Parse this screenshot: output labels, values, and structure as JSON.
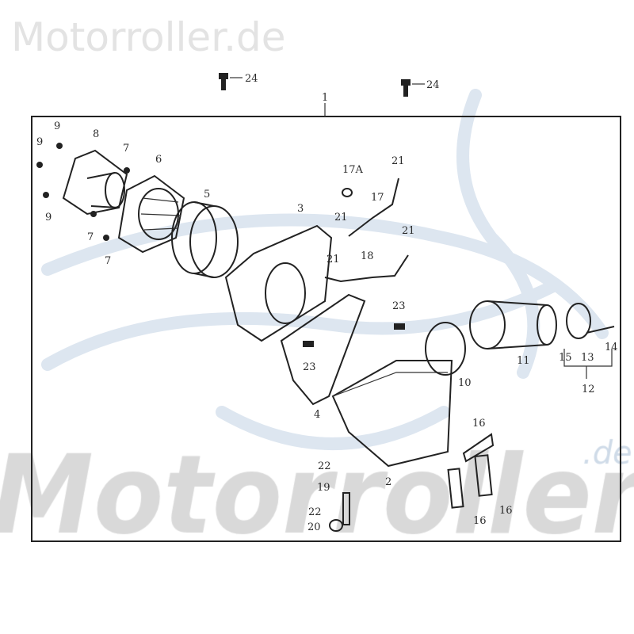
{
  "watermark": {
    "top": "Motorroller.de",
    "bottom": "Motorroller",
    "suffix": ".de"
  },
  "colors": {
    "watermark_gray": "#d9d9d9",
    "watermark_blue": "#dde6f0",
    "lines": "#222222"
  },
  "callouts": [
    {
      "id": "c24a",
      "text": "24"
    },
    {
      "id": "c24b",
      "text": "24"
    },
    {
      "id": "c1",
      "text": "1"
    },
    {
      "id": "c9a",
      "text": "9"
    },
    {
      "id": "c8",
      "text": "8"
    },
    {
      "id": "c7a",
      "text": "7"
    },
    {
      "id": "c6",
      "text": "6"
    },
    {
      "id": "c9b",
      "text": "9"
    },
    {
      "id": "c9c",
      "text": "9"
    },
    {
      "id": "c7b",
      "text": "7"
    },
    {
      "id": "c7c",
      "text": "7"
    },
    {
      "id": "c5",
      "text": "5"
    },
    {
      "id": "c3",
      "text": "3"
    },
    {
      "id": "c17a",
      "text": "17A"
    },
    {
      "id": "c21a",
      "text": "21"
    },
    {
      "id": "c17",
      "text": "17"
    },
    {
      "id": "c21b",
      "text": "21"
    },
    {
      "id": "c21c",
      "text": "21"
    },
    {
      "id": "c21d",
      "text": "21"
    },
    {
      "id": "c18",
      "text": "18"
    },
    {
      "id": "c23a",
      "text": "23"
    },
    {
      "id": "c23b",
      "text": "23"
    },
    {
      "id": "c4",
      "text": "4"
    },
    {
      "id": "c10",
      "text": "10"
    },
    {
      "id": "c11",
      "text": "11"
    },
    {
      "id": "c15",
      "text": "15"
    },
    {
      "id": "c13",
      "text": "13"
    },
    {
      "id": "c14",
      "text": "14"
    },
    {
      "id": "c12",
      "text": "12"
    },
    {
      "id": "c16a",
      "text": "16"
    },
    {
      "id": "c16b",
      "text": "16"
    },
    {
      "id": "c16c",
      "text": "16"
    },
    {
      "id": "c22a",
      "text": "22"
    },
    {
      "id": "c19",
      "text": "19"
    },
    {
      "id": "c22b",
      "text": "22"
    },
    {
      "id": "c20",
      "text": "20"
    },
    {
      "id": "c2",
      "text": "2"
    }
  ]
}
